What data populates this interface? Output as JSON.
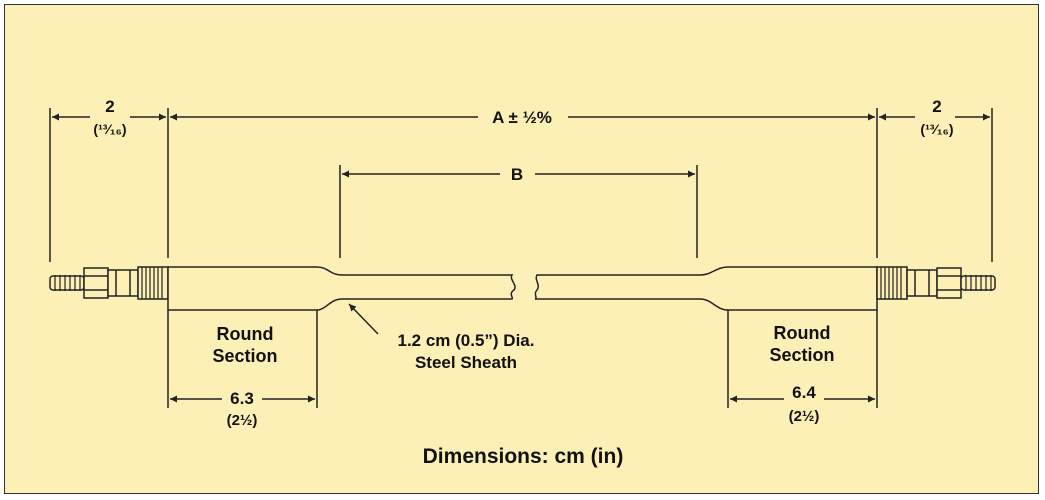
{
  "colors": {
    "background": "#fdf0b6",
    "line": "#222222"
  },
  "dimensions": {
    "left_end": {
      "value": "2",
      "sub": "(¹³⁄₁₆)"
    },
    "right_end": {
      "value": "2",
      "sub": "(¹³⁄₁₆)"
    },
    "overall": "A ± ½%",
    "inner": "B",
    "left_round": {
      "value": "6.3",
      "sub": "(2½)"
    },
    "right_round": {
      "value": "6.4",
      "sub": "(2½)"
    }
  },
  "labels": {
    "left_round_section": [
      "Round",
      "Section"
    ],
    "right_round_section": [
      "Round",
      "Section"
    ],
    "sheath": [
      "1.2 cm (0.5”) Dia.",
      "Steel Sheath"
    ],
    "units": "Dimensions: cm (in)"
  }
}
